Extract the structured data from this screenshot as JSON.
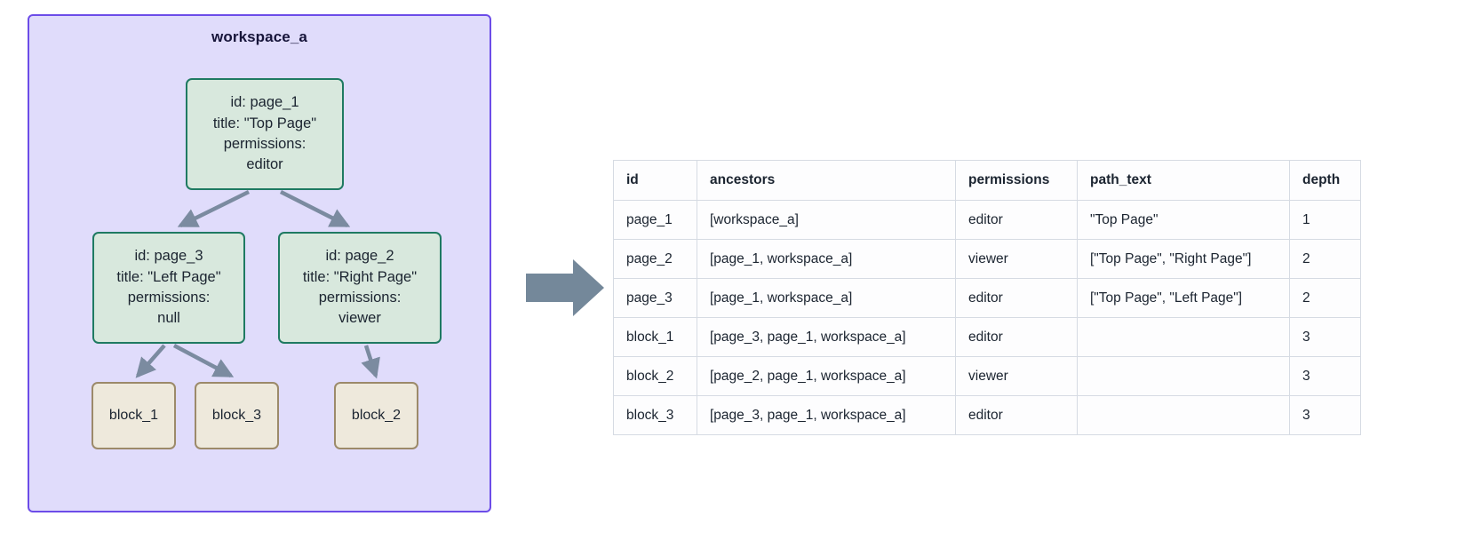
{
  "workspace": {
    "title": "workspace_a",
    "border_color": "#6c4ce8",
    "fill_color": "#e0dcfb",
    "nodes": [
      {
        "key": "page_1",
        "kind": "page",
        "lines": [
          "id: page_1",
          "title: \"Top Page\"",
          "permissions:",
          "editor"
        ]
      },
      {
        "key": "page_3",
        "kind": "page",
        "lines": [
          "id: page_3",
          "title: \"Left Page\"",
          "permissions:",
          "null"
        ]
      },
      {
        "key": "page_2",
        "kind": "page",
        "lines": [
          "id: page_2",
          "title: \"Right Page\"",
          "permissions:",
          "viewer"
        ]
      },
      {
        "key": "block_1",
        "kind": "block",
        "lines": [
          "block_1"
        ]
      },
      {
        "key": "block_3",
        "kind": "block",
        "lines": [
          "block_3"
        ]
      },
      {
        "key": "block_2",
        "kind": "block",
        "lines": [
          "block_2"
        ]
      }
    ],
    "edges": [
      {
        "from": "page_1",
        "to": "page_3"
      },
      {
        "from": "page_1",
        "to": "page_2"
      },
      {
        "from": "page_3",
        "to": "block_1"
      },
      {
        "from": "page_3",
        "to": "block_3"
      },
      {
        "from": "page_2",
        "to": "block_2"
      }
    ],
    "node_fill_page": "#d8e8dd",
    "node_border_page": "#1f7a62",
    "node_fill_block": "#eee9dc",
    "node_border_block": "#9c8a6a",
    "edge_color": "#7b8ba0"
  },
  "flow_arrow": {
    "icon": "right-arrow-icon",
    "color": "#74889a"
  },
  "table": {
    "columns": [
      "id",
      "ancestors",
      "permissions",
      "path_text",
      "depth"
    ],
    "rows": [
      {
        "id": "page_1",
        "ancestors": "[workspace_a]",
        "permissions": "editor",
        "path_text": "\"Top Page\"",
        "depth": "1"
      },
      {
        "id": "page_2",
        "ancestors": "[page_1, workspace_a]",
        "permissions": "viewer",
        "path_text": "[\"Top Page\", \"Right Page\"]",
        "depth": "2"
      },
      {
        "id": "page_3",
        "ancestors": "[page_1, workspace_a]",
        "permissions": "editor",
        "path_text": "[\"Top Page\", \"Left Page\"]",
        "depth": "2"
      },
      {
        "id": "block_1",
        "ancestors": "[page_3, page_1, workspace_a]",
        "permissions": "editor",
        "path_text": "",
        "depth": "3"
      },
      {
        "id": "block_2",
        "ancestors": "[page_2, page_1, workspace_a]",
        "permissions": "viewer",
        "path_text": "",
        "depth": "3"
      },
      {
        "id": "block_3",
        "ancestors": "[page_3, page_1, workspace_a]",
        "permissions": "editor",
        "path_text": "",
        "depth": "3"
      }
    ],
    "border_color": "#d6dbe3"
  }
}
